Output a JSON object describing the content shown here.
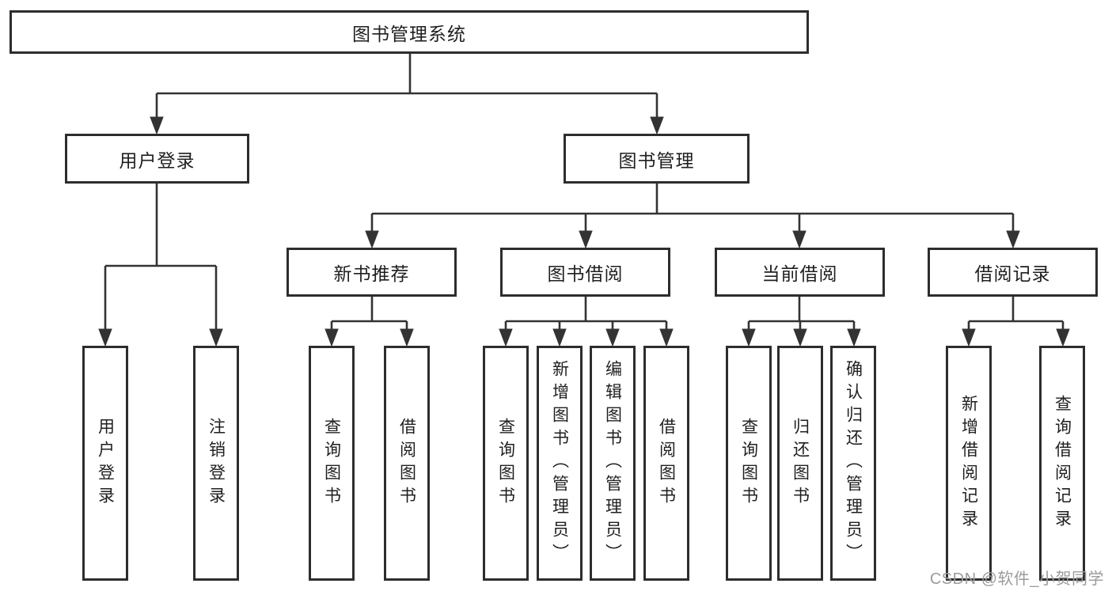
{
  "tree": {
    "root": {
      "label": "图书管理系统"
    },
    "level2": [
      "用户登录",
      "图书管理"
    ],
    "level3": [
      "新书推荐",
      "图书借阅",
      "当前借阅",
      "借阅记录"
    ],
    "level4": {
      "user_login": [
        "用户登录",
        "注销登录"
      ],
      "new_book_recommend": [
        "查询图书",
        "借阅图书"
      ],
      "book_borrowing": [
        "查询图书",
        "新增图书（管理员）",
        "编辑图书（管理员）",
        "借阅图书"
      ],
      "current_borrowing": [
        "查询图书",
        "归还图书",
        "确认归还（管理员）"
      ],
      "borrowing_records": [
        "新增借阅记录",
        "查询借阅记录"
      ]
    }
  },
  "watermark": {
    "text": "CSDN @软件_小贺同学"
  },
  "colors": {
    "line": "#333333",
    "box_border": "#2d2d2d",
    "text": "#1f1f1f",
    "watermark": "#9b9b9b",
    "background": "#ffffff"
  }
}
